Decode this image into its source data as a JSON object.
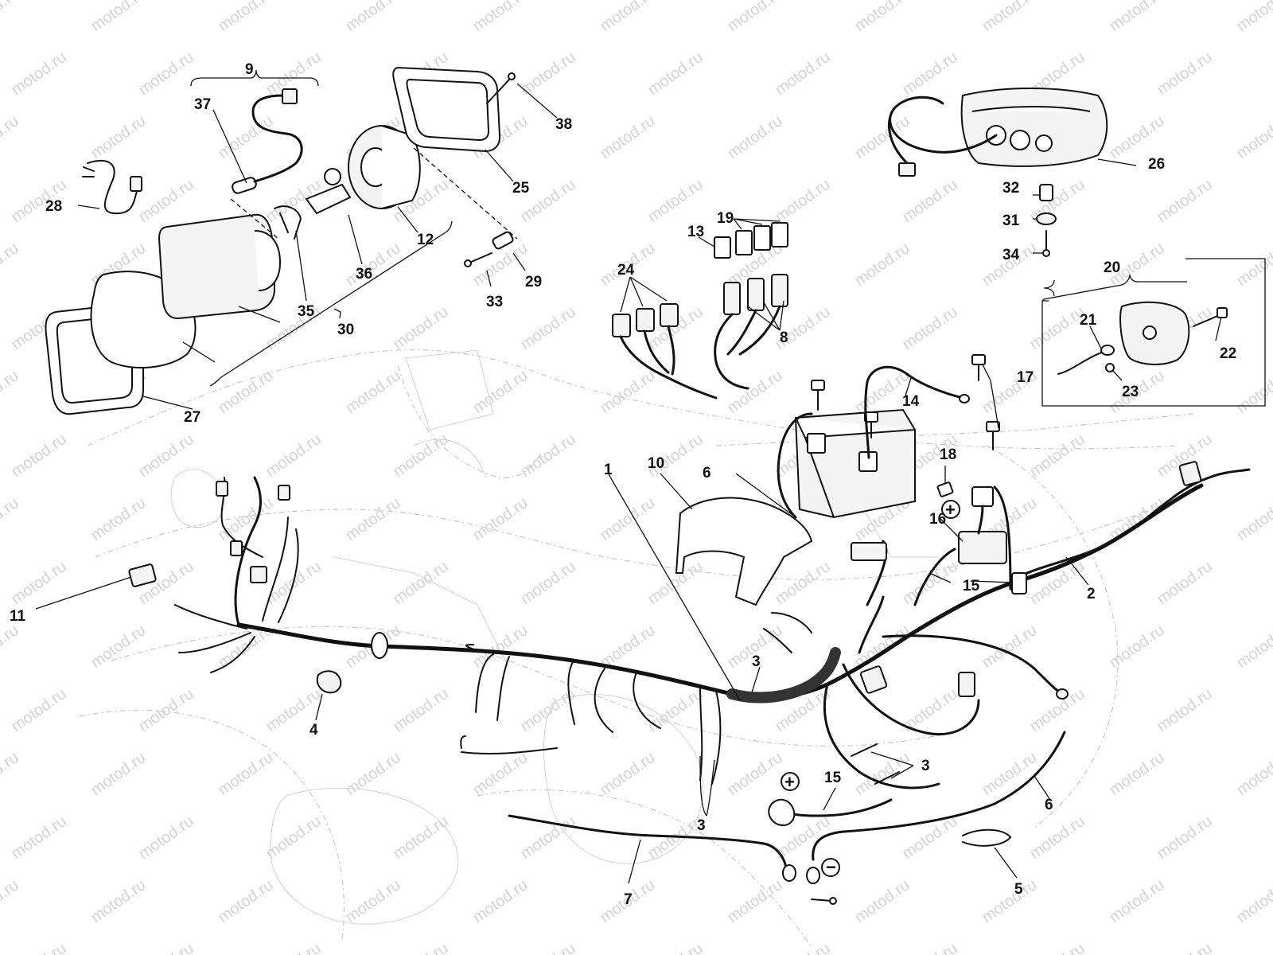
{
  "watermark": "motod.ru",
  "polarity": {
    "positive": "+",
    "negative": "−"
  },
  "callouts": {
    "c1": "1",
    "c2": "2",
    "c3a": "3",
    "c3b": "3",
    "c3c": "3",
    "c4": "4",
    "c5": "5",
    "c6a": "6",
    "c6b": "6",
    "c7": "7",
    "c8": "8",
    "c9": "9",
    "c10": "10",
    "c11": "11",
    "c12": "12",
    "c13": "13",
    "c14": "14",
    "c15a": "15",
    "c15b": "15",
    "c16": "16",
    "c17": "17",
    "c18": "18",
    "c19": "19",
    "c20": "20",
    "c21": "21",
    "c22": "22",
    "c23": "23",
    "c24": "24",
    "c25": "25",
    "c26": "26",
    "c27": "27",
    "c28": "28",
    "c29": "29",
    "c30": "30",
    "c31": "31",
    "c32": "32",
    "c33": "33",
    "c34": "34",
    "c35": "35",
    "c36": "36",
    "c37": "37",
    "c38": "38"
  }
}
